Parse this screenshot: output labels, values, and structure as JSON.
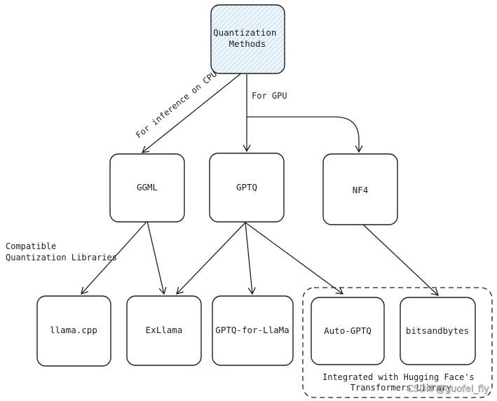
{
  "diagram": {
    "nodes": {
      "root": [
        "Quantization",
        "Methods"
      ],
      "ggml": "GGML",
      "gptq": "GPTQ",
      "nf4": "NF4",
      "llama_cpp": "llama.cpp",
      "exllama": "ExLlama",
      "gptq_for_llama": "GPTQ-for-LlaMa",
      "auto_gptq": "Auto-GPTQ",
      "bitsandbytes": "bitsandbytes"
    },
    "edge_labels": {
      "cpu": "For inference on CPU",
      "gpu": "For GPU",
      "compatible": [
        "Compatible",
        "Quantization Libraries"
      ],
      "integrated": [
        "Integrated with Hugging Face's",
        "Transformers Library"
      ]
    },
    "watermark": "CSDN @guofei_fly"
  }
}
